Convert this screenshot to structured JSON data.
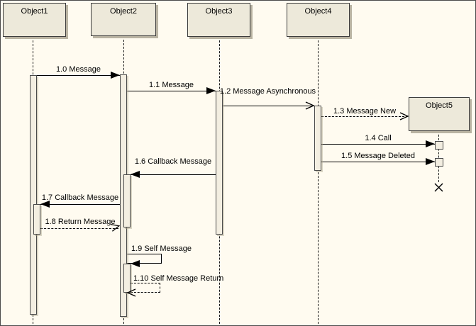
{
  "diagram": {
    "type": "uml-sequence-diagram",
    "objects": [
      {
        "label": "Object1"
      },
      {
        "label": "Object2"
      },
      {
        "label": "Object3"
      },
      {
        "label": "Object4"
      },
      {
        "label": "Object5"
      }
    ],
    "messages": [
      {
        "label": "1.0 Message",
        "from": "Object1",
        "to": "Object2",
        "kind": "synchronous"
      },
      {
        "label": "1.1 Message",
        "from": "Object2",
        "to": "Object3",
        "kind": "synchronous"
      },
      {
        "label": "1.2 Message Asynchronous",
        "from": "Object3",
        "to": "Object4",
        "kind": "asynchronous"
      },
      {
        "label": "1.3 Message New",
        "from": "Object4",
        "to": "Object5",
        "kind": "create"
      },
      {
        "label": "1.4 Call",
        "from": "Object4",
        "to": "Object5",
        "kind": "synchronous"
      },
      {
        "label": "1.5 Message Deleted",
        "from": "Object4",
        "to": "Object5",
        "kind": "synchronous"
      },
      {
        "label": "1.6 Callback Message",
        "from": "Object3",
        "to": "Object2",
        "kind": "synchronous"
      },
      {
        "label": "1.7 Callback Message",
        "from": "Object2",
        "to": "Object1",
        "kind": "synchronous"
      },
      {
        "label": "1.8 Return Message",
        "from": "Object1",
        "to": "Object2",
        "kind": "return"
      },
      {
        "label": "1.9 Self Message",
        "from": "Object2",
        "to": "Object2",
        "kind": "self"
      },
      {
        "label": "1.10 Self Message Return",
        "from": "Object2",
        "to": "Object2",
        "kind": "self-return"
      }
    ],
    "colors": {
      "background": "#fffbf0",
      "box_fill": "#ede9da",
      "box_border": "#3c3c3c",
      "bar_fill": "#f3eee1",
      "line": "#000000",
      "shadow": "#b9b3a2"
    }
  }
}
